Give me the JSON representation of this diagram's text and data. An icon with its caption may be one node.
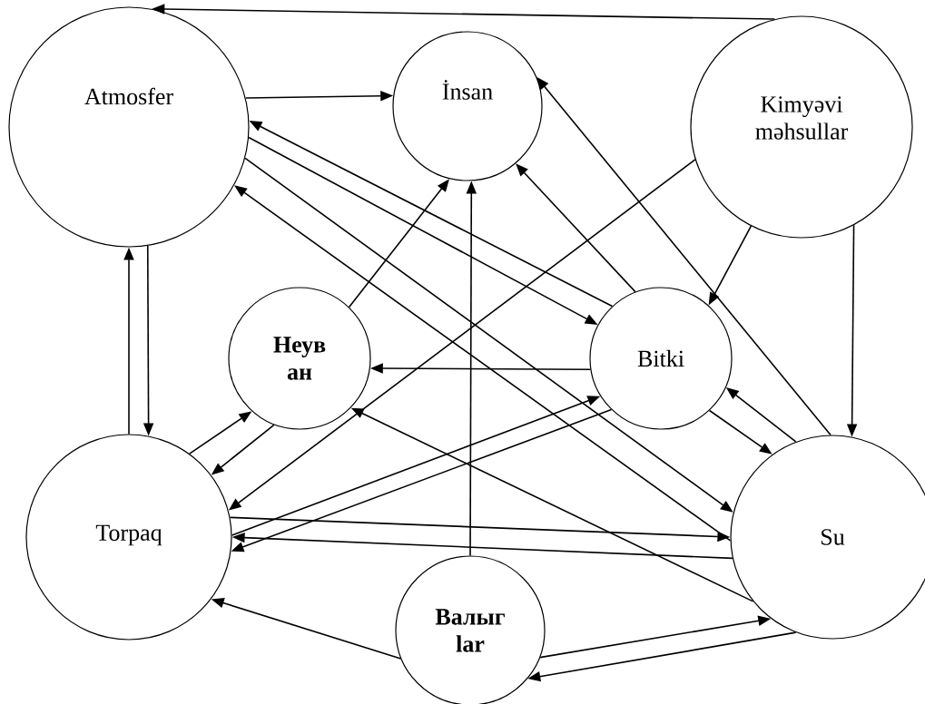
{
  "diagram": {
    "nodes": [
      {
        "text": [
          "Atmosfer"
        ]
      },
      {
        "text": [
          "İnsan"
        ]
      },
      {
        "text": [
          "Kimyəvi məhsullar"
        ]
      },
      {
        "text": [
          "Неув ан"
        ]
      },
      {
        "text": [
          "Bitki"
        ]
      },
      {
        "text": [
          "Torpaq"
        ]
      },
      {
        "text": [
          "Su"
        ]
      },
      {
        "text": [
          "Валыг lar"
        ]
      }
    ],
    "edges": [
      {
        "from": 2,
        "to": 0,
        "arrow": "to"
      },
      {
        "from": 0,
        "to": 1,
        "arrow": "to"
      },
      {
        "from": 4,
        "to": 0,
        "arrow": "to"
      },
      {
        "from": 0,
        "to": 4,
        "arrow": "to"
      },
      {
        "from": 0,
        "to": 6,
        "arrow": "to"
      },
      {
        "from": 6,
        "to": 0,
        "arrow": "to"
      },
      {
        "from": 5,
        "to": 0,
        "arrow": "to"
      },
      {
        "from": 0,
        "to": 5,
        "arrow": "to"
      },
      {
        "from": 3,
        "to": 1,
        "arrow": "to"
      },
      {
        "from": 7,
        "to": 1,
        "arrow": "to"
      },
      {
        "from": 4,
        "to": 1,
        "arrow": "to"
      },
      {
        "from": 6,
        "to": 1,
        "arrow": "to"
      },
      {
        "from": 2,
        "to": 5,
        "arrow": "to"
      },
      {
        "from": 2,
        "to": 4,
        "arrow": "to"
      },
      {
        "from": 2,
        "to": 6,
        "arrow": "to"
      },
      {
        "from": 4,
        "to": 3,
        "arrow": "to"
      },
      {
        "from": 5,
        "to": 3,
        "arrow": "to"
      },
      {
        "from": 3,
        "to": 5,
        "arrow": "to"
      },
      {
        "from": 6,
        "to": 3,
        "arrow": "to"
      },
      {
        "from": 5,
        "to": 4,
        "arrow": "to"
      },
      {
        "from": 4,
        "to": 5,
        "arrow": "to"
      },
      {
        "from": 5,
        "to": 6,
        "arrow": "to"
      },
      {
        "from": 6,
        "to": 5,
        "arrow": "to"
      },
      {
        "from": 4,
        "to": 6,
        "arrow": "to"
      },
      {
        "from": 6,
        "to": 4,
        "arrow": "to"
      },
      {
        "from": 7,
        "to": 5,
        "arrow": "to"
      },
      {
        "from": 7,
        "to": 6,
        "arrow": "to"
      },
      {
        "from": 6,
        "to": 7,
        "arrow": "to"
      }
    ]
  }
}
